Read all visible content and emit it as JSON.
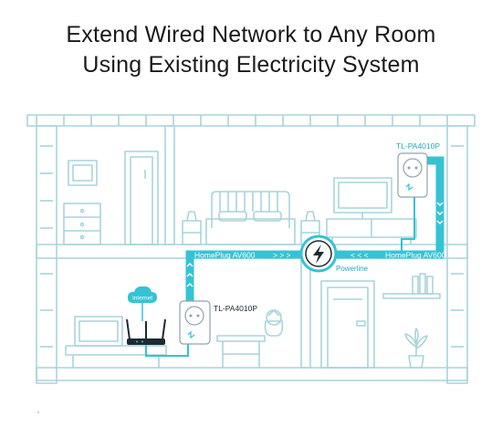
{
  "title": {
    "line1": "Extend Wired Network to Any Room",
    "line2": "Using Existing Electricity System"
  },
  "labels": {
    "device_top": "TL-PA4010P",
    "device_bottom": "TL-PA4010P",
    "homeplug_left": "HomePlug AV600",
    "homeplug_right": "HomePlug AV600",
    "arrows_right": "> > >",
    "arrows_left": "< < <",
    "powerline": "Powerline",
    "internet": "Internet"
  },
  "colors": {
    "line": "#a9d3dc",
    "accent": "#35c3d4",
    "dark": "#1e2a33",
    "text_accent": "#2aa7b8"
  },
  "icons": [
    "lightning-icon",
    "cloud-icon",
    "router-icon",
    "powerline-adapter-icon"
  ]
}
